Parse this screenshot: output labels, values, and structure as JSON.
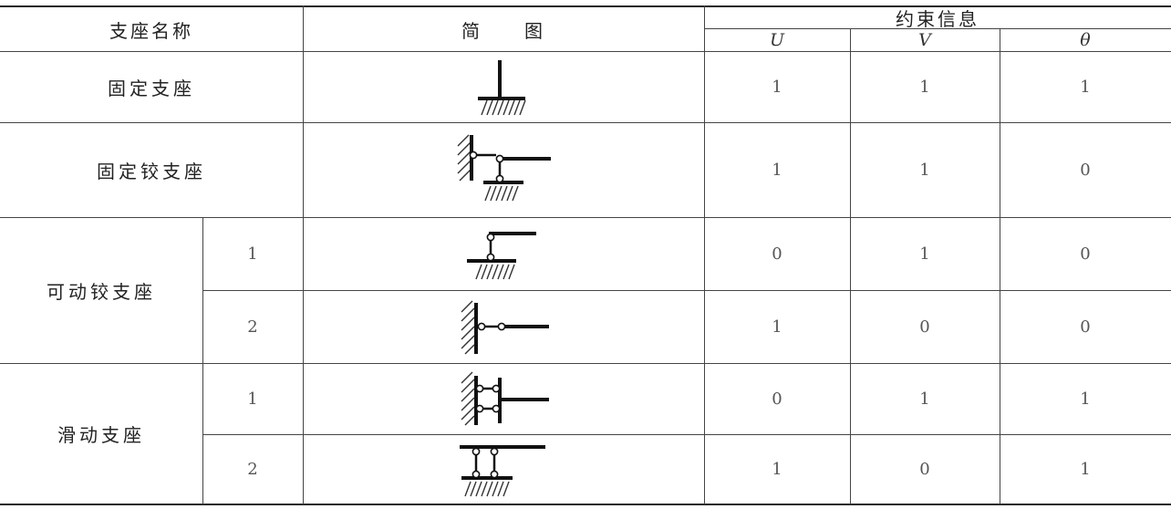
{
  "table": {
    "header": {
      "support_name": "支座名称",
      "diagram": "简　　图",
      "constraint_info": "约束信息",
      "sub": [
        "U",
        "V",
        "θ"
      ]
    },
    "rows": [
      {
        "name": "固定支座",
        "sub": "",
        "diagram": "fixed-support-diagram",
        "U": "1",
        "V": "1",
        "theta": "1"
      },
      {
        "name": "固定铰支座",
        "sub": "",
        "diagram": "fixed-hinge-support-diagram",
        "U": "1",
        "V": "1",
        "theta": "0"
      },
      {
        "name": "可动铰支座",
        "sub": "1",
        "diagram": "roller-support-vertical-diagram",
        "U": "0",
        "V": "1",
        "theta": "0"
      },
      {
        "name": "",
        "sub": "2",
        "diagram": "roller-support-horizontal-diagram",
        "U": "1",
        "V": "0",
        "theta": "0"
      },
      {
        "name": "滑动支座",
        "sub": "1",
        "diagram": "sliding-support-horizontal-diagram",
        "U": "0",
        "V": "1",
        "theta": "1"
      },
      {
        "name": "",
        "sub": "2",
        "diagram": "sliding-support-vertical-diagram",
        "U": "1",
        "V": "0",
        "theta": "1"
      }
    ],
    "merged_names": {
      "movable_hinge": "可动铰支座",
      "sliding": "滑动支座"
    }
  }
}
